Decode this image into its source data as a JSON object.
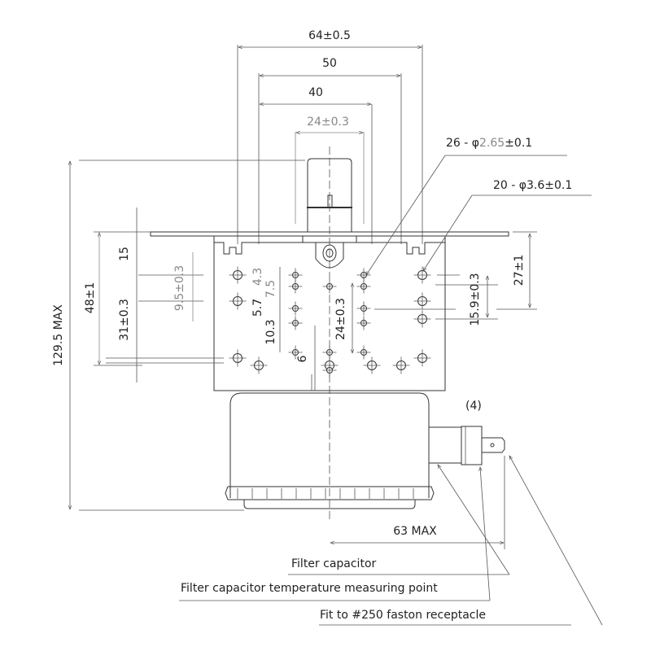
{
  "drawing": {
    "title": "Magnetron outline drawing",
    "dimensions": {
      "overall_width": "64±0.5",
      "width_50": "50",
      "width_40": "40",
      "width_24": "24±0.3",
      "overall_height": "129.5 MAX",
      "plate_height": "48±1",
      "dim_15": "15",
      "dim_31": "31±0.3",
      "dim_9_5": "9.5±0.3",
      "dim_4_3": "4.3",
      "dim_5_7": "5.7",
      "dim_7_5": "7.5",
      "dim_10_3": "10.3",
      "dim_6": "6",
      "dim_24_vert": "24±0.3",
      "dim_15_9": "15.9±0.3",
      "dim_27": "27±1",
      "dim_63": "63 MAX"
    },
    "hole_callouts": {
      "small_prefix": "26 - φ",
      "small_value": "2.65",
      "small_tol": "±0.1",
      "large": "20 - φ3.6±0.1"
    },
    "terminal_label": "(4)",
    "leaders": [
      "Filter capacitor",
      "Filter capacitor temperature measuring point",
      "Fit to #250 faston receptacle"
    ],
    "colors": {
      "line": "#333333",
      "dim_text": "#222222",
      "secondary_text": "#888888"
    }
  }
}
